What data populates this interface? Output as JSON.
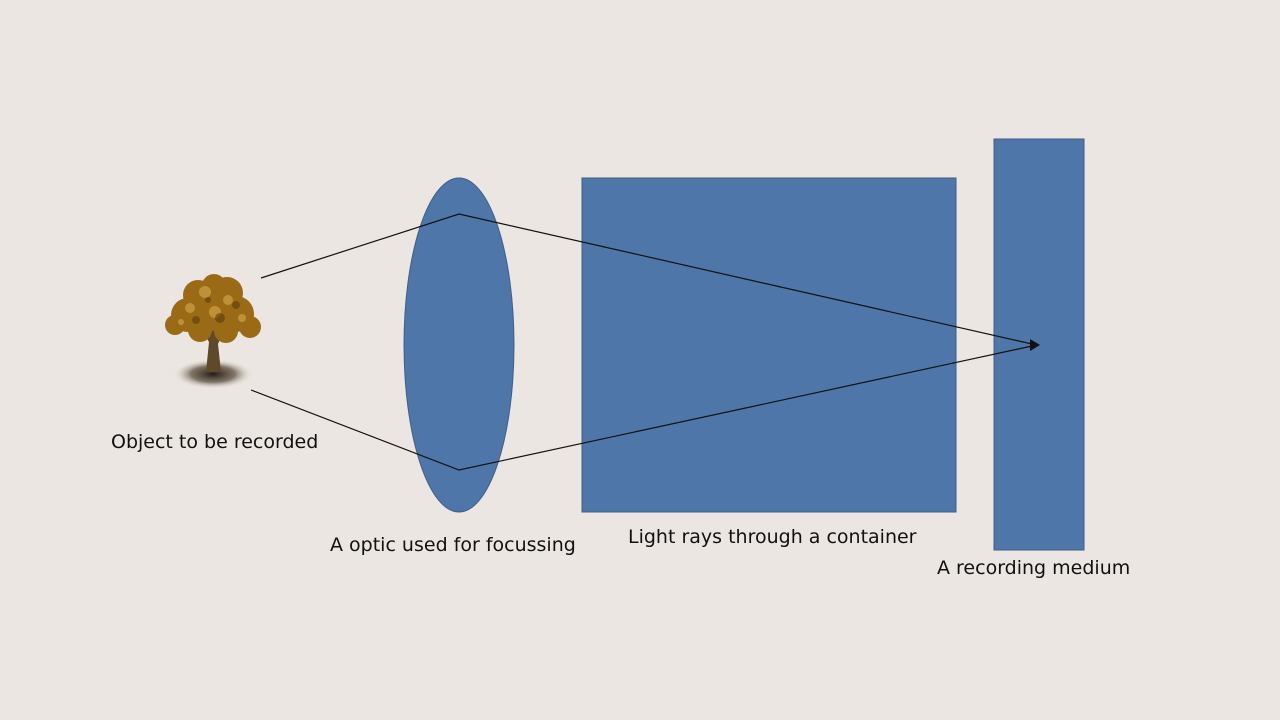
{
  "labels": {
    "object": "Object to be recorded",
    "optic": "A optic used for focussing",
    "container": "Light rays through a container",
    "medium": "A recording medium"
  },
  "colors": {
    "background": "#ebe6e1",
    "shape_fill": "#4e76a8",
    "shape_stroke": "#3d5f8a",
    "ray": "#111111",
    "tree_foliage": "#9a6a16",
    "tree_trunk": "#5e4a2a"
  },
  "icons": {
    "object": "tree-icon"
  }
}
